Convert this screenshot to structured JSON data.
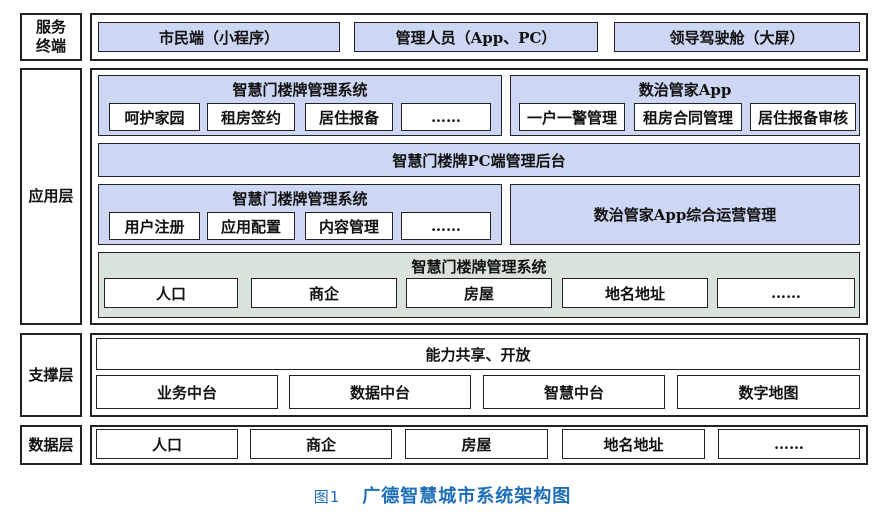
{
  "layers": {
    "service": "服务\n终端",
    "app": "应用层",
    "support": "支撑层",
    "data": "数据层"
  },
  "service_terminals": [
    "市民端（小程序）",
    "管理人员（App、PC）",
    "领导驾驶舱（大屏）"
  ],
  "app_layer": {
    "smart_door_system_1": {
      "title": "智慧门楼牌管理系统",
      "items": [
        "呵护家园",
        "租房签约",
        "居住报备",
        "……"
      ]
    },
    "shuzhi_app": {
      "title": "数治管家App",
      "items": [
        "一户一警管理",
        "租房合同管理",
        "居住报备审核"
      ]
    },
    "pc_backend": "智慧门楼牌PC端管理后台",
    "smart_door_system_2": {
      "title": "智慧门楼牌管理系统",
      "items": [
        "用户注册",
        "应用配置",
        "内容管理",
        "……"
      ]
    },
    "shuzhi_ops": "数治管家App综合运营管理",
    "smart_door_system_3": {
      "title": "智慧门楼牌管理系统",
      "items": [
        "人口",
        "商企",
        "房屋",
        "地名地址",
        "……"
      ]
    }
  },
  "support_layer": {
    "capability": "能力共享、开放",
    "platforms": [
      "业务中台",
      "数据中台",
      "智慧中台",
      "数字地图"
    ]
  },
  "data_layer": [
    "人口",
    "商企",
    "房屋",
    "地名地址",
    "……"
  ],
  "caption": {
    "number": "图1",
    "text": "广德智慧城市系统架构图"
  },
  "colors": {
    "blue_fill": "#cdd7f3",
    "green_fill": "#d9e3dc",
    "caption": "#1d6fb8"
  }
}
